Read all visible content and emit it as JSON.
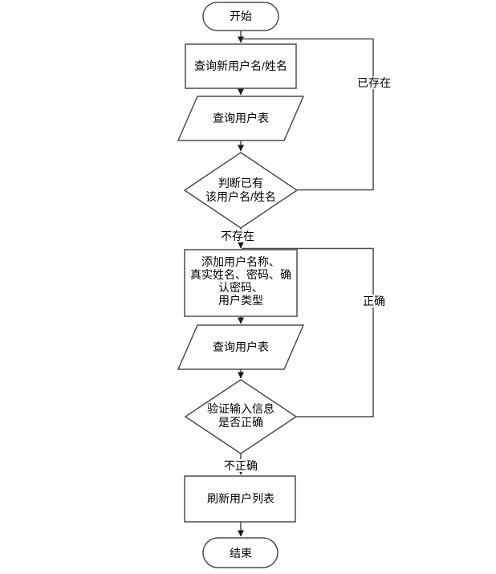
{
  "diagram": {
    "type": "flowchart",
    "nodes": {
      "start": {
        "shape": "terminator",
        "label": "开始"
      },
      "query_new_user": {
        "shape": "process",
        "label": "查询新用户名/姓名"
      },
      "query_table_1": {
        "shape": "data",
        "label": "查询用户表"
      },
      "check_exists": {
        "shape": "decision",
        "line1": "判断已有",
        "line2": "该用户名/姓名"
      },
      "add_user": {
        "shape": "process",
        "line1": "添加用户名称、",
        "line2": "真实姓名、密码、确",
        "line3": "认密码、",
        "line4": "用户类型"
      },
      "query_table_2": {
        "shape": "data",
        "label": "查询用户表"
      },
      "validate_input": {
        "shape": "decision",
        "line1": "验证输入信息",
        "line2": "是否正确"
      },
      "refresh_list": {
        "shape": "process",
        "label": "刷新用户列表"
      },
      "end": {
        "shape": "terminator",
        "label": "结束"
      }
    },
    "edge_labels": {
      "exists": "已存在",
      "not_exists": "不存在",
      "correct": "正确",
      "incorrect": "不正确"
    },
    "colors": {
      "line": "#4d4d4d",
      "arrowhead": "#1a1a1a",
      "text": "#000000",
      "shape_fill": "#ffffff",
      "background": "#ffffff"
    }
  }
}
